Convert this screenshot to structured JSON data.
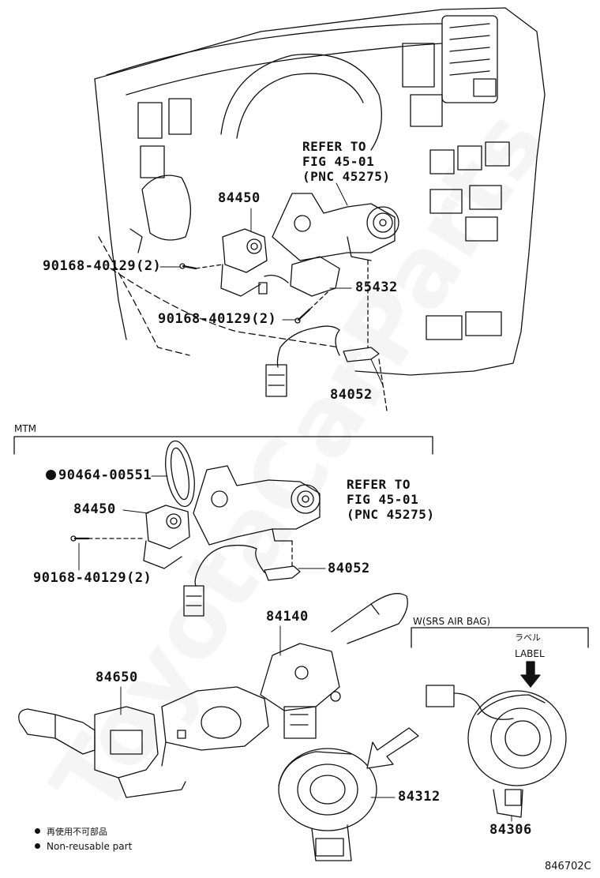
{
  "top": {
    "refer_line1": "REFER TO",
    "refer_line2": "FIG 45-01",
    "refer_line3": "(PNC 45275)",
    "part_84450": "84450",
    "part_90168_a": "90168-40129(2)",
    "part_85432": "85432",
    "part_90168_b": "90168-40129(2)",
    "part_84052": "84052"
  },
  "mtm": {
    "section_label": "MTM",
    "part_90464": "90464-00551",
    "part_84450": "84450",
    "part_90168": "90168-40129(2)",
    "refer_line1": "REFER TO",
    "refer_line2": "FIG 45-01",
    "refer_line3": "(PNC 45275)",
    "part_84052": "84052"
  },
  "bottom": {
    "part_84140": "84140",
    "part_84650": "84650",
    "part_84312": "84312",
    "srs_label": "W(SRS AIR BAG)",
    "label_jp": "ラベル",
    "label_en": "LABEL",
    "part_84306": "84306"
  },
  "legend": {
    "jp": "再使用不可部品",
    "en": "Non-reusable part"
  },
  "figure_code": "846702C",
  "watermark": "ToyotaCarParts"
}
